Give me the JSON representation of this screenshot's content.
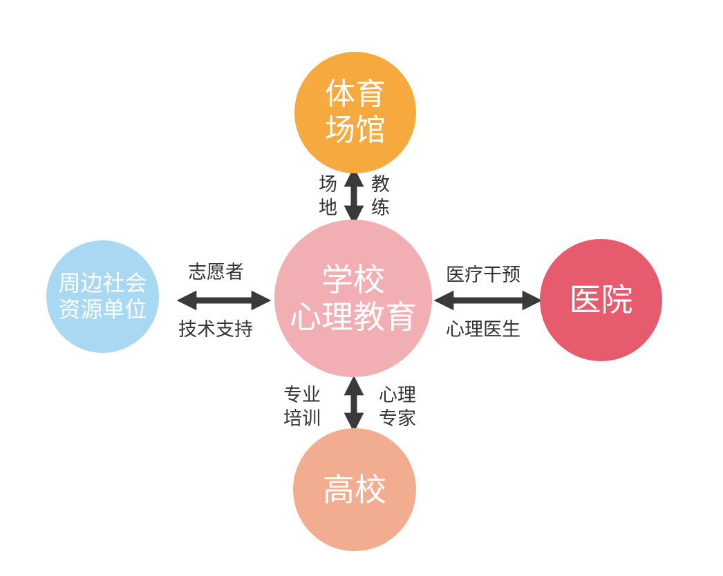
{
  "nodes": {
    "center": {
      "line1": "学校",
      "line2": "心理教育",
      "color": "#f2afb3"
    },
    "top": {
      "line1": "体育",
      "line2": "场馆",
      "color": "#f5a93f"
    },
    "left": {
      "line1": "周边社会",
      "line2": "资源单位",
      "color": "#a8d8f2"
    },
    "right": {
      "line1": "医院",
      "color": "#e65b6d"
    },
    "bottom": {
      "line1": "高校",
      "color": "#f2ac8f"
    }
  },
  "edges": {
    "top": {
      "left_label": [
        "场",
        "地"
      ],
      "right_label": [
        "教",
        "练"
      ]
    },
    "left": {
      "top_label": "志愿者",
      "bottom_label": "技术支持"
    },
    "right": {
      "top_label": "医疗干预",
      "bottom_label": "心理医生"
    },
    "bottom": {
      "left_label": [
        "专业",
        "培训"
      ],
      "right_label": [
        "心理",
        "专家"
      ]
    }
  },
  "arrow_color": "#3a3a3a"
}
